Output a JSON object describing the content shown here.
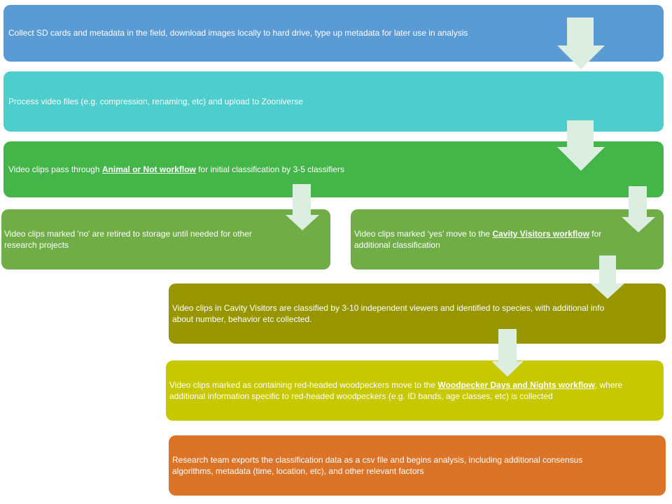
{
  "steps": {
    "collect": {
      "text": "Collect SD cards and metadata in the field, download images locally to hard drive, type up metadata for later use in analysis",
      "color": "#5b9bd5"
    },
    "process": {
      "text": "Process video files  (e.g. compression, renaming, etc) and upload to Zooniverse",
      "color": "#4dcdcc"
    },
    "animal_or_not": {
      "pre": "Video clips pass through ",
      "link": "Animal or Not workflow",
      "post": " for initial classification by 3-5 classifiers",
      "color": "#44b549"
    },
    "marked_no": {
      "text": "Video clips marked 'no' are retired to storage until needed for other research projects",
      "color": "#70ad47"
    },
    "marked_yes": {
      "pre": "Video clips marked ‘yes’ move to the ",
      "link": "Cavity Visitors workflow",
      "post": " for additional classification",
      "color": "#70ad47"
    },
    "cavity_visitors": {
      "text": "Video clips in Cavity Visitors are classified by 3-10 independent viewers and identified to species, with additional info about number, behavior etc collected.",
      "color": "#989600"
    },
    "woodpecker": {
      "pre": "Video clips marked as containing red-headed woodpeckers move to the ",
      "link": "Woodpecker Days and Nights workflow",
      "post": ", where additional information specific to red-headed woodpeckers (e.g. ID bands, age classes, etc) is collected",
      "color": "#c8c800"
    },
    "export": {
      "text": "Research team exports the classification data as a csv file and begins analysis, including additional consensus algorithms, metadata (time, location, etc), and other relevant factors",
      "color": "#dc7428"
    }
  },
  "arrow_color": "#dbeee0"
}
